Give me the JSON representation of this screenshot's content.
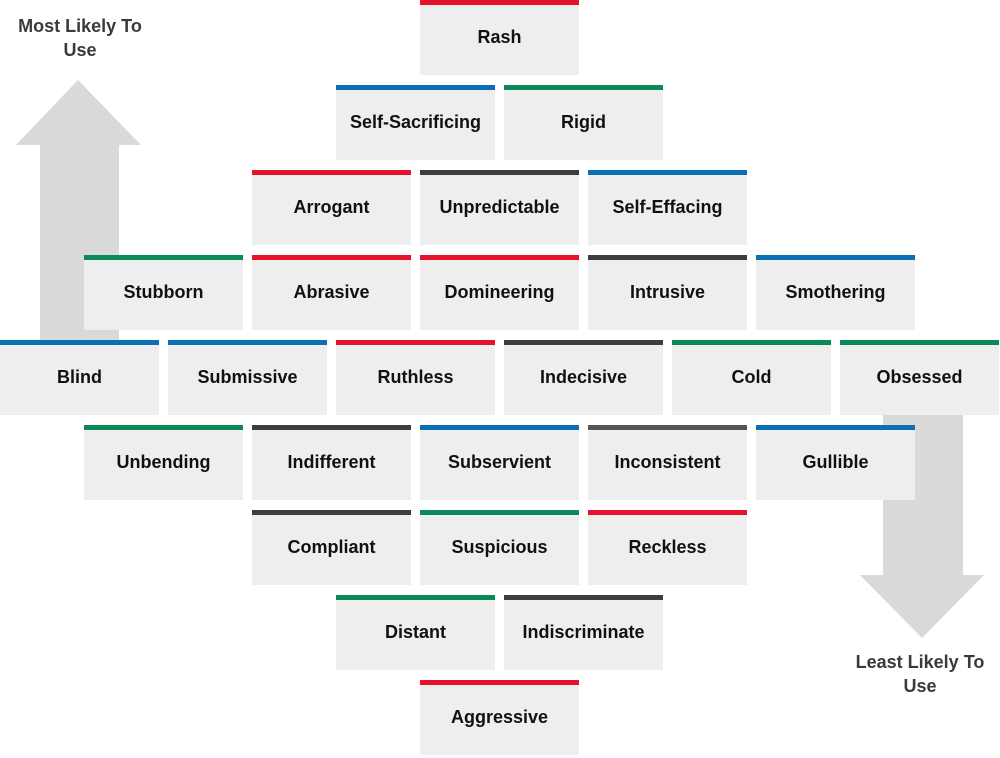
{
  "labels": {
    "top": "Most Likely To Use",
    "bottom": "Least Likely To Use"
  },
  "colors": {
    "red": "#e4122b",
    "blue": "#0a6fb3",
    "green": "#0a8a57",
    "dark": "#3d3d3d",
    "gray": "#555555",
    "box": "#eeeeee",
    "arrow": "#d9d9d9"
  },
  "rows": [
    [
      {
        "t": "Rash",
        "c": "red"
      }
    ],
    [
      {
        "t": "Self-Sacrificing",
        "c": "blue"
      },
      {
        "t": "Rigid",
        "c": "green"
      }
    ],
    [
      {
        "t": "Arrogant",
        "c": "red"
      },
      {
        "t": "Unpredictable",
        "c": "dark"
      },
      {
        "t": "Self-Effacing",
        "c": "blue"
      }
    ],
    [
      {
        "t": "Stubborn",
        "c": "green"
      },
      {
        "t": "Abrasive",
        "c": "red"
      },
      {
        "t": "Domineering",
        "c": "red"
      },
      {
        "t": "Intrusive",
        "c": "dark"
      },
      {
        "t": "Smothering",
        "c": "blue"
      }
    ],
    [
      {
        "t": "Blind",
        "c": "blue"
      },
      {
        "t": "Submissive",
        "c": "blue"
      },
      {
        "t": "Ruthless",
        "c": "red"
      },
      {
        "t": "Indecisive",
        "c": "dark"
      },
      {
        "t": "Cold",
        "c": "green"
      },
      {
        "t": "Obsessed",
        "c": "green"
      }
    ],
    [
      {
        "t": "Unbending",
        "c": "green"
      },
      {
        "t": "Indifferent",
        "c": "dark"
      },
      {
        "t": "Subservient",
        "c": "blue"
      },
      {
        "t": "Inconsistent",
        "c": "gray"
      },
      {
        "t": "Gullible",
        "c": "blue"
      }
    ],
    [
      {
        "t": "Compliant",
        "c": "dark"
      },
      {
        "t": "Suspicious",
        "c": "green"
      },
      {
        "t": "Reckless",
        "c": "red"
      }
    ],
    [
      {
        "t": "Distant",
        "c": "green"
      },
      {
        "t": "Indiscriminate",
        "c": "dark"
      }
    ],
    [
      {
        "t": "Aggressive",
        "c": "red"
      }
    ]
  ]
}
